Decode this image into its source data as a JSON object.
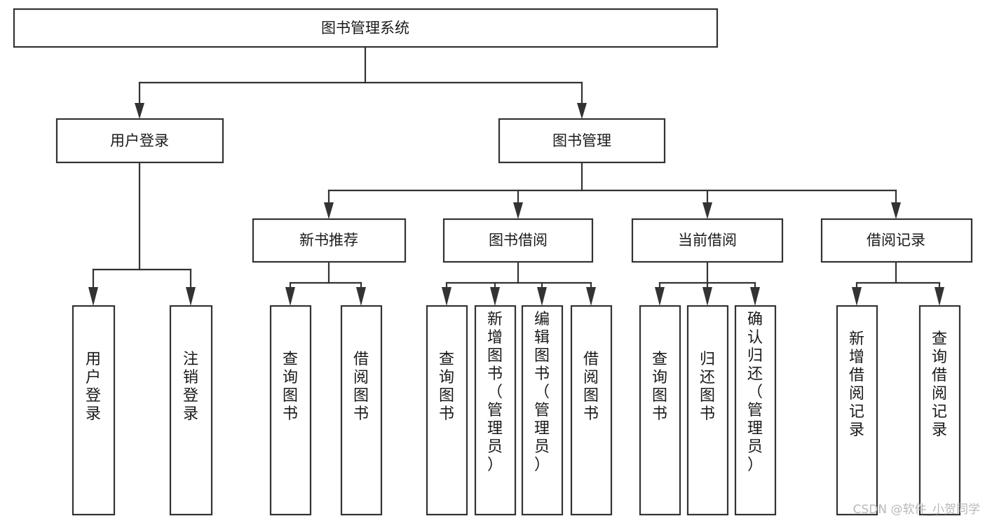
{
  "diagram": {
    "title": "图书管理系统",
    "type": "hierarchy-tree",
    "root": {
      "id": "root",
      "label": "图书管理系统"
    },
    "level2": [
      {
        "id": "user-login",
        "label": "用户登录"
      },
      {
        "id": "book-management",
        "label": "图书管理"
      }
    ],
    "level3": [
      {
        "id": "new-book-recommend",
        "label": "新书推荐",
        "parent": "book-management"
      },
      {
        "id": "book-borrow",
        "label": "图书借阅",
        "parent": "book-management"
      },
      {
        "id": "current-borrow",
        "label": "当前借阅",
        "parent": "book-management"
      },
      {
        "id": "borrow-record",
        "label": "借阅记录",
        "parent": "book-management"
      }
    ],
    "leaves": [
      {
        "id": "leaf-user-login",
        "label": "用户登录",
        "parent": "user-login"
      },
      {
        "id": "leaf-logout-login",
        "label": "注销登录",
        "parent": "user-login"
      },
      {
        "id": "leaf-query-book-1",
        "label": "查询图书",
        "parent": "new-book-recommend"
      },
      {
        "id": "leaf-borrow-book-1",
        "label": "借阅图书",
        "parent": "new-book-recommend"
      },
      {
        "id": "leaf-query-book-2",
        "label": "查询图书",
        "parent": "book-borrow"
      },
      {
        "id": "leaf-add-book",
        "label": "新增图书（管理员）",
        "parent": "book-borrow"
      },
      {
        "id": "leaf-edit-book",
        "label": "编辑图书（管理员）",
        "parent": "book-borrow"
      },
      {
        "id": "leaf-borrow-book-2",
        "label": "借阅图书",
        "parent": "book-borrow"
      },
      {
        "id": "leaf-query-book-3",
        "label": "查询图书",
        "parent": "current-borrow"
      },
      {
        "id": "leaf-return-book",
        "label": "归还图书",
        "parent": "current-borrow"
      },
      {
        "id": "leaf-confirm-return",
        "label": "确认归还（管理员）",
        "parent": "current-borrow"
      },
      {
        "id": "leaf-add-record",
        "label": "新增借阅记录",
        "parent": "borrow-record"
      },
      {
        "id": "leaf-query-record",
        "label": "查询借阅记录",
        "parent": "borrow-record"
      }
    ],
    "colors": {
      "box_stroke": "#333333",
      "box_fill": "#ffffff",
      "text": "#1a1a1a",
      "connector": "#333333",
      "watermark": "#b8b8b8",
      "background": "#ffffff"
    }
  },
  "watermark": {
    "text": "CSDN @软件_小贺同学"
  }
}
